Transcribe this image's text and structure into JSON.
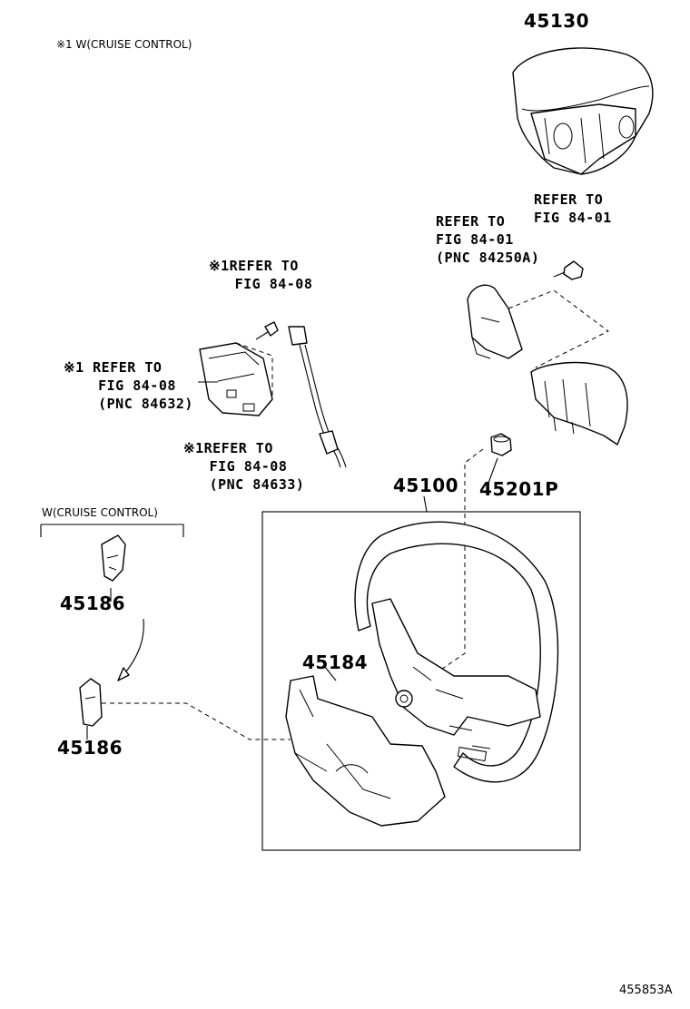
{
  "header_note": "※1 W(CRUISE CONTROL)",
  "parts": {
    "horn_pad": "45130",
    "steering_wheel": "45100",
    "nut": "45201P",
    "cover_lower": "45184",
    "cover_upper": "45186",
    "cover_lower_b": "45186"
  },
  "refers": {
    "refer_8401_bolt": [
      "REFER TO",
      "FIG 84-01"
    ],
    "refer_8401_switch": [
      "REFER TO",
      "FIG 84-01",
      "(PNC 84250A)"
    ],
    "refer_8408_bolt": [
      "※1REFER TO",
      "   FIG 84-08"
    ],
    "refer_8408_switch": [
      "※1 REFER TO",
      "    FIG 84-08",
      "    (PNC 84632)"
    ],
    "refer_8408_wire": [
      "※1REFER TO",
      "   FIG 84-08",
      "   (PNC 84633)"
    ]
  },
  "cruise_group_label": "W(CRUISE CONTROL)",
  "diagram_number": "455853A"
}
